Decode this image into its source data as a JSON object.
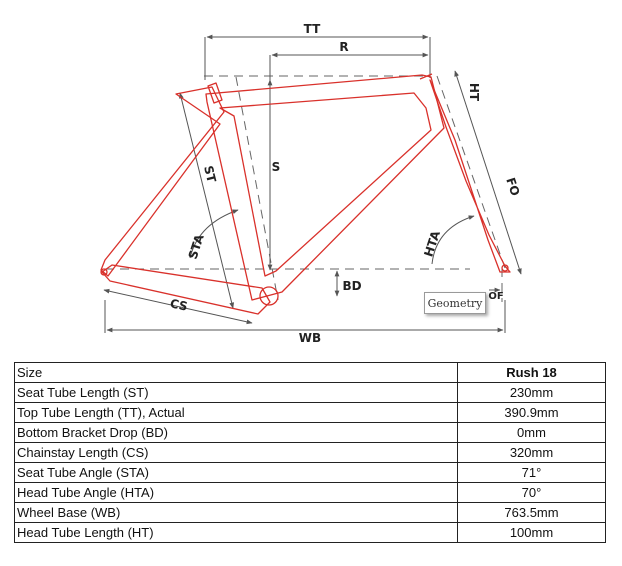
{
  "diagram": {
    "labels": {
      "tt": "TT",
      "r": "R",
      "ht": "HT",
      "s": "S",
      "st": "ST",
      "fo": "FO",
      "sta": "STA",
      "hta": "HTA",
      "bd": "BD",
      "cs": "CS",
      "of": "OF",
      "wb": "WB"
    },
    "badge": "Geometry",
    "colors": {
      "frame": "#d9312b",
      "dimension": "#555555"
    }
  },
  "table": {
    "header": {
      "label": "Size",
      "value": "Rush 18"
    },
    "rows": [
      {
        "label": "Seat Tube Length (ST)",
        "value": "230mm"
      },
      {
        "label": "Top Tube Length (TT), Actual",
        "value": "390.9mm"
      },
      {
        "label": "Bottom Bracket Drop (BD)",
        "value": "0mm"
      },
      {
        "label": "Chainstay Length (CS)",
        "value": "320mm"
      },
      {
        "label": "Seat Tube Angle (STA)",
        "value": "71°"
      },
      {
        "label": "Head Tube Angle (HTA)",
        "value": "70°"
      },
      {
        "label": "Wheel Base (WB)",
        "value": "763.5mm"
      },
      {
        "label": "Head Tube Length (HT)",
        "value": "100mm"
      }
    ]
  }
}
